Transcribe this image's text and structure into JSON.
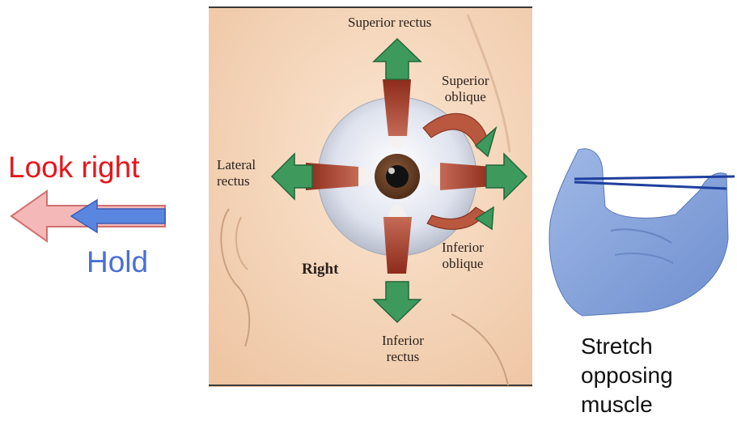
{
  "left_panel": {
    "look_right_label": "Look right",
    "hold_label": "Hold",
    "look_color": "#e8151b",
    "hold_color": "#4a6fd6"
  },
  "diagram": {
    "labels": {
      "superior_rectus": "Superior rectus",
      "superior_oblique_1": "Superior",
      "superior_oblique_2": "oblique",
      "lateral_rectus_1": "Lateral",
      "lateral_rectus_2": "rectus",
      "inferior_oblique_1": "Inferior",
      "inferior_oblique_2": "oblique",
      "inferior_rectus_1": "Inferior",
      "inferior_rectus_2": "rectus",
      "side": "Right"
    },
    "icons": [
      "arrow-up-icon",
      "arrow-down-icon",
      "arrow-left-icon",
      "arrow-right-icon",
      "curved-arrow-icon",
      "eye-icon"
    ]
  },
  "right_panel": {
    "caption_lines": [
      "Stretch",
      "opposing",
      "muscle"
    ]
  }
}
